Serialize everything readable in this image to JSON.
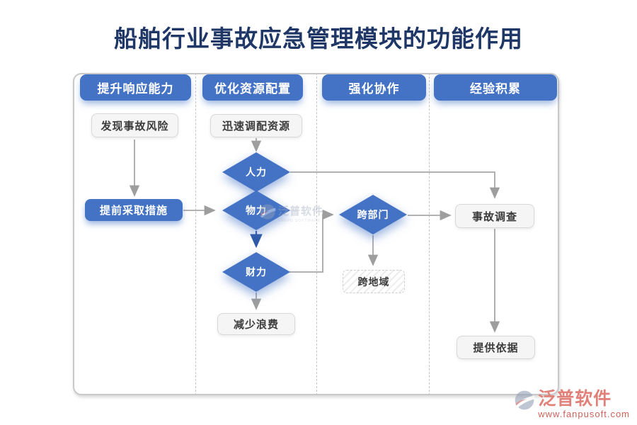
{
  "title": "船舶行业事故应急管理模块的功能作用",
  "columns": [
    {
      "header": "提升响应能力"
    },
    {
      "header": "优化资源配置"
    },
    {
      "header": "强化协作"
    },
    {
      "header": "经验积累"
    }
  ],
  "nodes": {
    "discover_risk": "发现事故风险",
    "take_measures": "提前采取措施",
    "allocate_resources": "迅速调配资源",
    "manpower": "人力",
    "material": "物力",
    "finance": "财力",
    "reduce_waste": "减少浪费",
    "cross_department": "跨部门",
    "cross_region": "跨地域",
    "accident_investigation": "事故调查",
    "provide_basis": "提供依据"
  },
  "watermark": {
    "text": "泛普软件",
    "subtext": "FANPU SOFTWARE"
  },
  "brand": {
    "name": "泛普软件",
    "url": "www.fanpusoft.com"
  },
  "colors": {
    "accent_blue": "#4472c4",
    "title_navy": "#1e3766",
    "arrow_gray": "#9e9e9e",
    "blue_arrow": "#2e5aa8",
    "brand_red": "#e08078"
  }
}
